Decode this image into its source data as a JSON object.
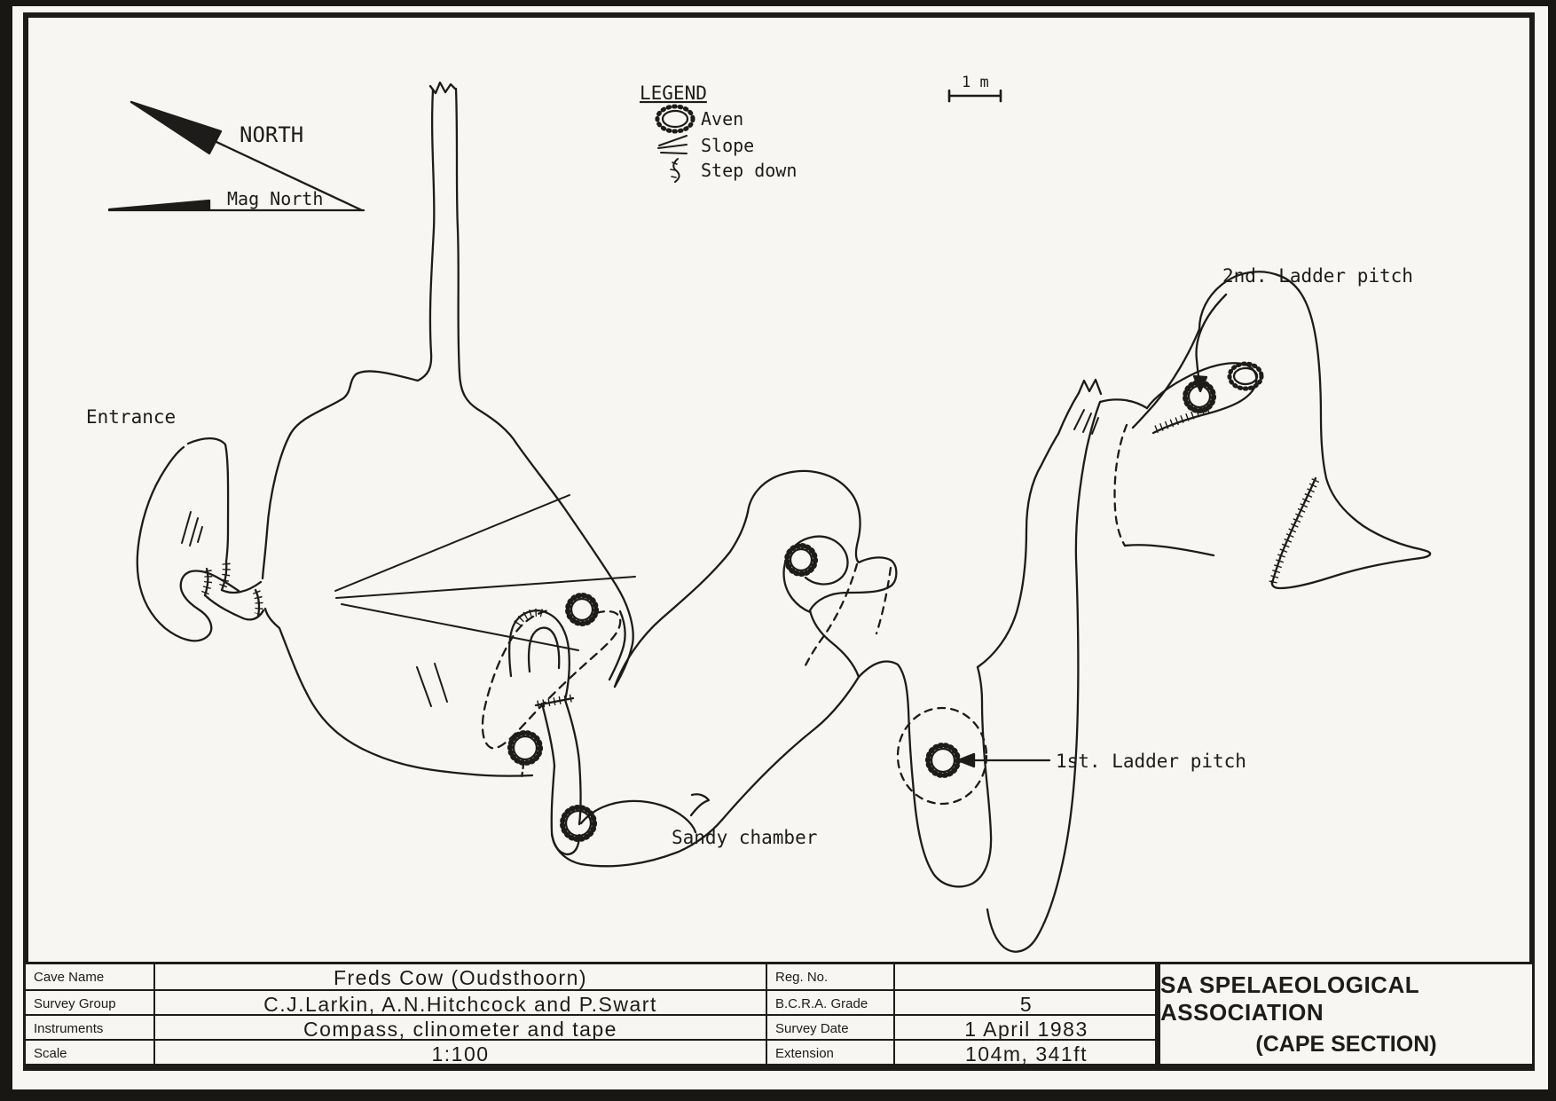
{
  "colors": {
    "paper": "#f7f6f2",
    "ink": "#1d1c1a"
  },
  "compass": {
    "north_label": "NORTH",
    "mag_north_label": "Mag North"
  },
  "legend": {
    "title": "LEGEND",
    "items": [
      {
        "icon": "aven-icon",
        "label": "Aven"
      },
      {
        "icon": "slope-icon",
        "label": "Slope"
      },
      {
        "icon": "step-down-icon",
        "label": "Step down"
      }
    ]
  },
  "scale_bar": {
    "label": "1 m"
  },
  "map_labels": {
    "entrance": "Entrance",
    "sandy_chamber": "Sandy chamber",
    "first_ladder_pitch": "1st. Ladder pitch",
    "second_ladder_pitch": "2nd. Ladder pitch"
  },
  "info_table": {
    "left_rows": [
      {
        "label": "Cave Name",
        "value": "Freds Cow  (Oudsthoorn)"
      },
      {
        "label": "Survey Group",
        "value": "C.J.Larkin, A.N.Hitchcock and P.Swart"
      },
      {
        "label": "Instruments",
        "value": "Compass, clinometer and tape"
      },
      {
        "label": "Scale",
        "value": "1:100"
      }
    ],
    "right_rows": [
      {
        "label": "Reg. No.",
        "value": ""
      },
      {
        "label": "B.C.R.A. Grade",
        "value": "5"
      },
      {
        "label": "Survey Date",
        "value": "1 April 1983"
      },
      {
        "label": "Extension",
        "value": "104m, 341ft"
      }
    ]
  },
  "title_block": {
    "line1": "SA SPELAEOLOGICAL ASSOCIATION",
    "line2": "(CAPE SECTION)"
  }
}
